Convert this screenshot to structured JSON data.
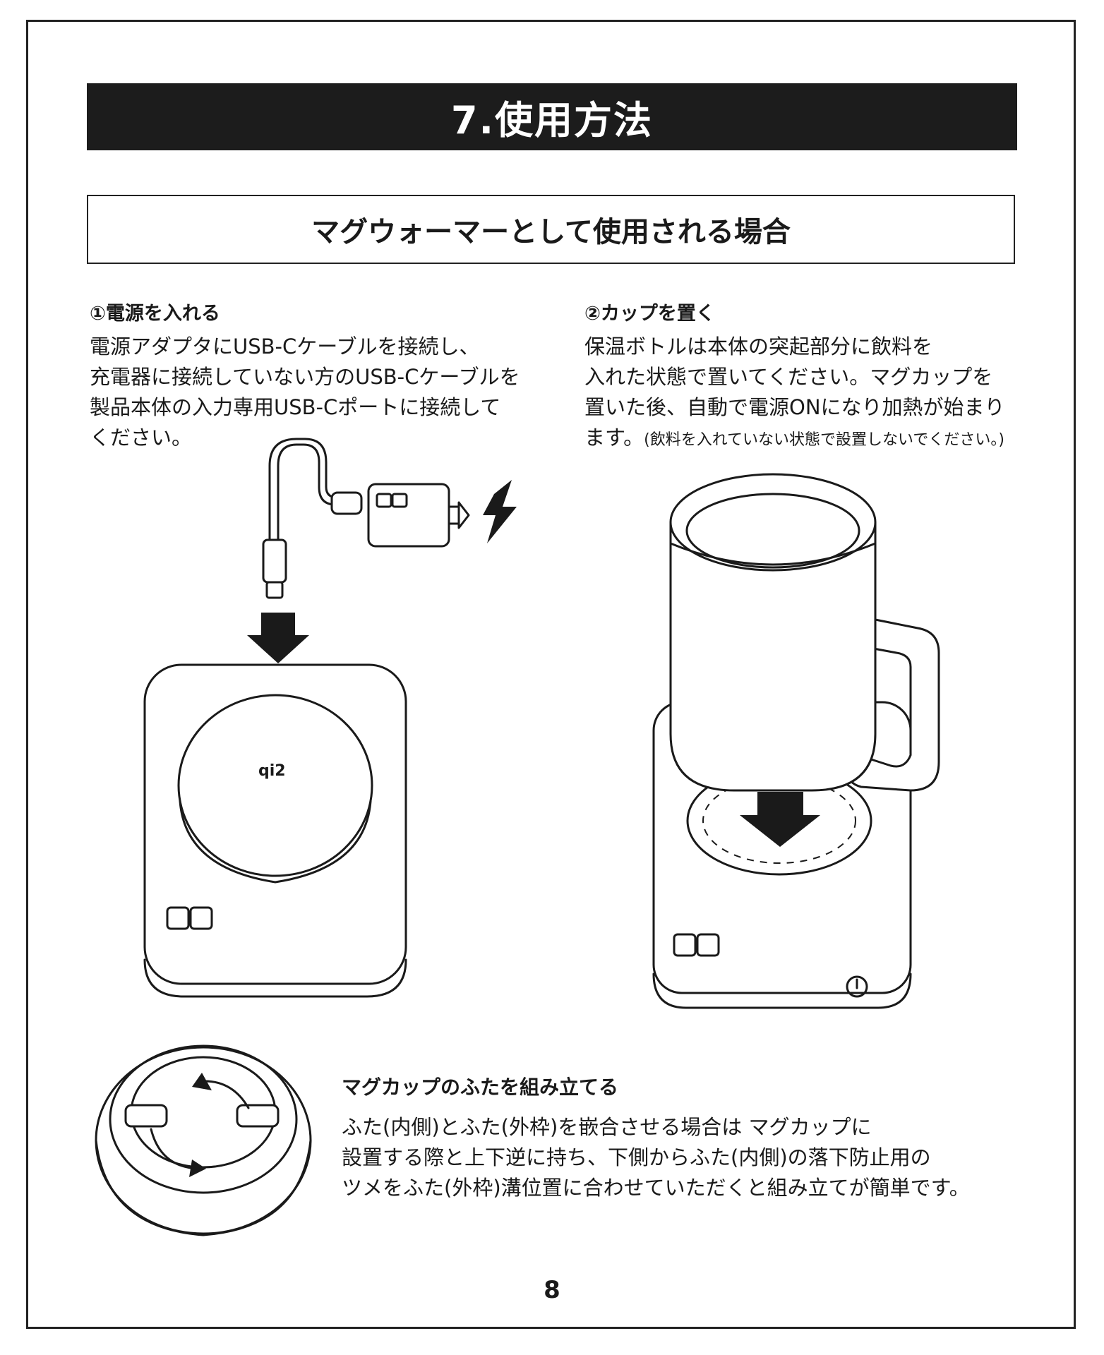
{
  "header": {
    "title": "7.使用方法",
    "subtitle": "マグウォーマーとして使用される場合"
  },
  "step1": {
    "title": "①電源を入れる",
    "lines": [
      "電源アダプタにUSB-Cケーブルを接続し、",
      "充電器に接続していない方のUSB-Cケーブルを",
      "製品本体の入力専用USB-Cポートに接続して",
      "ください。"
    ]
  },
  "step2": {
    "title": "②カップを置く",
    "lines": [
      "保温ボトルは本体の突起部分に飲料を",
      "入れた状態で置いてください。マグカップを",
      "置いた後、自動で電源ONになり加熱が始まり"
    ],
    "last_line_main": "ます。",
    "last_line_note": "(飲料を入れていない状態で設置しないでください。)"
  },
  "lid": {
    "title": "マグカップのふたを組み立てる",
    "lines": [
      "ふた(内側)とふた(外枠)を嵌合させる場合は マグカップに",
      "設置する際と上下逆に持ち、下側からふた(内側)の落下防止用の",
      "ツメをふた(外枠)溝位置に合わせていただくと組み立てが簡単です。"
    ]
  },
  "charger": {
    "badge": "qi2"
  },
  "footer": {
    "page_number": "8"
  }
}
